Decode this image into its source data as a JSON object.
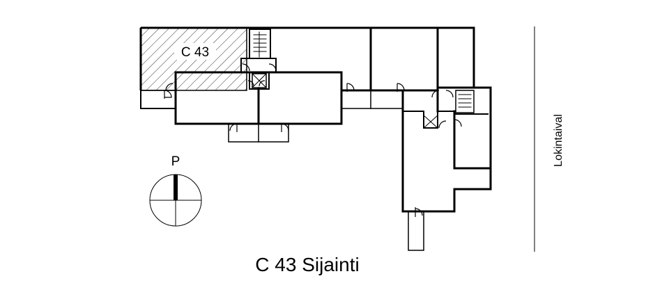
{
  "room_label": "C 43",
  "north_label": "P",
  "street_label": "Lokintaival",
  "caption": "C 43 Sijainti"
}
